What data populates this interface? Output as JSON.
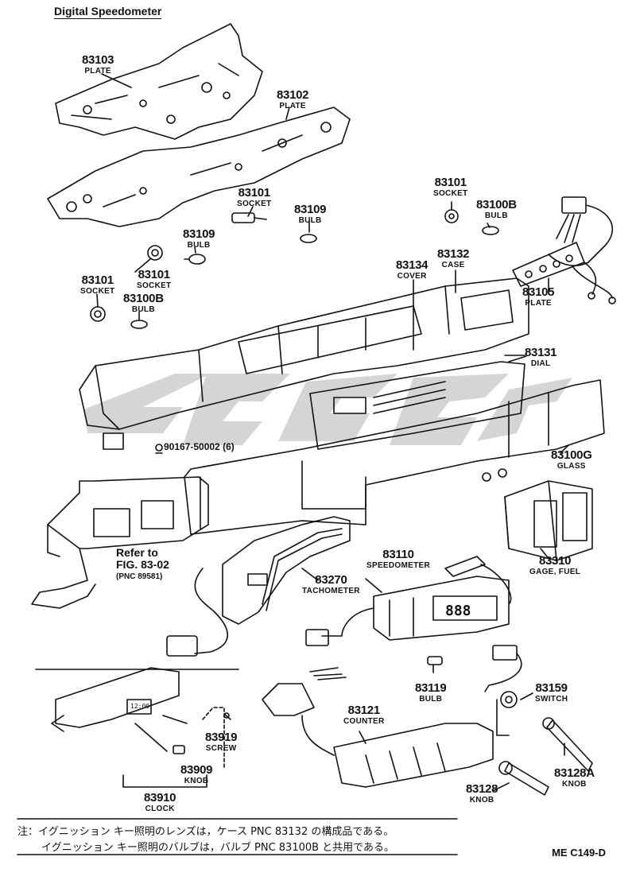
{
  "title": "Digital Speedometer",
  "parts": [
    {
      "id": "p83103",
      "num": "83103",
      "name": "PLATE"
    },
    {
      "id": "p83102",
      "num": "83102",
      "name": "PLATE"
    },
    {
      "id": "p83101a",
      "num": "83101",
      "name": "SOCKET"
    },
    {
      "id": "p83109a",
      "num": "83109",
      "name": "BULB"
    },
    {
      "id": "p83109b",
      "num": "83109",
      "name": "BULB"
    },
    {
      "id": "p83101b",
      "num": "83101",
      "name": "SOCKET"
    },
    {
      "id": "p83101c",
      "num": "83101",
      "name": "SOCKET"
    },
    {
      "id": "p83100Ba",
      "num": "83100B",
      "name": "BULB"
    },
    {
      "id": "p83101d",
      "num": "83101",
      "name": "SOCKET"
    },
    {
      "id": "p83100Bb",
      "num": "83100B",
      "name": "BULB"
    },
    {
      "id": "p83134",
      "num": "83134",
      "name": "COVER"
    },
    {
      "id": "p83132",
      "num": "83132",
      "name": "CASE"
    },
    {
      "id": "p83105",
      "num": "83105",
      "name": "PLATE"
    },
    {
      "id": "p83131",
      "num": "83131",
      "name": "DIAL"
    },
    {
      "id": "p83100G",
      "num": "83100G",
      "name": "GLASS"
    },
    {
      "id": "p83310",
      "num": "83310",
      "name": "GAGE, FUEL"
    },
    {
      "id": "p83110",
      "num": "83110",
      "name": "SPEEDOMETER"
    },
    {
      "id": "p83270",
      "num": "83270",
      "name": "TACHOMETER"
    },
    {
      "id": "p83119",
      "num": "83119",
      "name": "BULB"
    },
    {
      "id": "p83159",
      "num": "83159",
      "name": "SWITCH"
    },
    {
      "id": "p83121",
      "num": "83121",
      "name": "COUNTER"
    },
    {
      "id": "p83919",
      "num": "83919",
      "name": "SCREW"
    },
    {
      "id": "p83909",
      "num": "83909",
      "name": "KNOB"
    },
    {
      "id": "p83910",
      "num": "83910",
      "name": "CLOCK"
    },
    {
      "id": "p83128A",
      "num": "83128A",
      "name": "KNOB"
    },
    {
      "id": "p83128",
      "num": "83128",
      "name": "KNOB"
    }
  ],
  "bolt": "90167-50002 (6)",
  "refer": {
    "line1": "Refer to",
    "line2": "FIG. 83-02",
    "line3": "(PNC 89581)"
  },
  "lcd": {
    "speedo": "888",
    "clock": "12:00"
  },
  "notes": [
    "注：イグニッション キー照明のレンズは，ケース PNC 83132 の構成品である。",
    "イグニッション キー照明のバルブは，バルブ PNC 83100B と共用である。"
  ],
  "code": "ME C149-D"
}
